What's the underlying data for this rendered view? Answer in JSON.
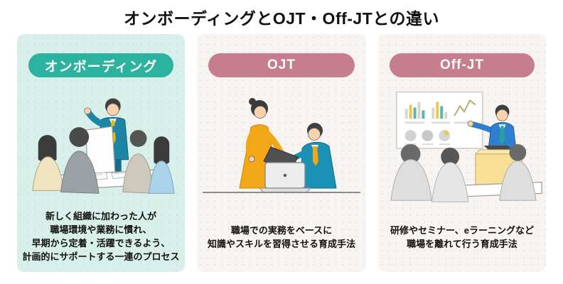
{
  "page": {
    "title": "オンボーディングとOJT・Off-JTとの違い",
    "background": "#ffffff"
  },
  "colors": {
    "teal_pill": "#2cb3a0",
    "rose_pill": "#c67e8e",
    "mint_panel": "#d9efe9",
    "beige_panel": "#f8f4f1",
    "pill_text": "#ffffff",
    "body_text": "#111111"
  },
  "panels": [
    {
      "id": "onboarding",
      "label": "オンボーディング",
      "illustration": "team-meeting-presentation",
      "lines": [
        "新しく組織に加わった人が",
        "職場環境や業務に慣れ、",
        "早期から定着・活躍できるよう、",
        "計画的にサポートする一連のプロセス"
      ]
    },
    {
      "id": "ojt",
      "label": "OJT",
      "illustration": "on-the-job-coaching-at-laptop",
      "lines": [
        "職場での実務をベースに",
        "知識やスキルを習得させる育成手法"
      ]
    },
    {
      "id": "offjt",
      "label": "Off-JT",
      "illustration": "classroom-seminar-whiteboard",
      "lines": [
        "研修やセミナー、eラーニングなど",
        "職場を離れて行う育成手法"
      ]
    }
  ]
}
